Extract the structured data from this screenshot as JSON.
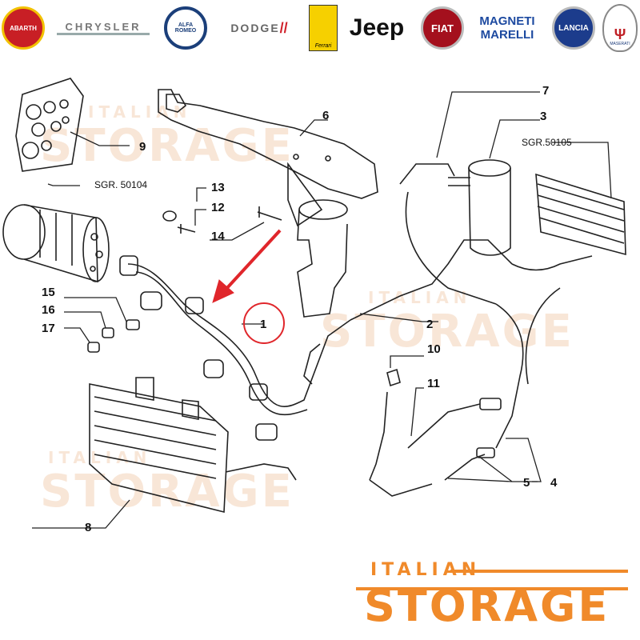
{
  "brands": [
    {
      "name": "ABARTH",
      "label": "ABARTH"
    },
    {
      "name": "CHRYSLER",
      "label": "CHRYSLER"
    },
    {
      "name": "ALFA ROMEO",
      "label": "ALFA ROMEO"
    },
    {
      "name": "DODGE",
      "label": "DODGE"
    },
    {
      "name": "Ferrari",
      "label": "Ferrari"
    },
    {
      "name": "Jeep",
      "label": "Jeep"
    },
    {
      "name": "FIAT",
      "label": "FIAT"
    },
    {
      "name": "MAGNETI MARELLI",
      "label": "MAGNETI MARELLI"
    },
    {
      "name": "LANCIA",
      "label": "LANCIA"
    },
    {
      "name": "MASERATI",
      "label": "MASERATI"
    }
  ],
  "callouts": [
    "1",
    "2",
    "3",
    "4",
    "5",
    "6",
    "7",
    "8",
    "9",
    "10",
    "11",
    "12",
    "13",
    "14",
    "15",
    "16",
    "17"
  ],
  "sgr_labels": {
    "left": "SGR. 50104",
    "right": "SGR.50105"
  },
  "watermark": {
    "line1": "ITALIAN",
    "line2": "STORAGE"
  },
  "logo": {
    "line1": "ITALIAN",
    "line2": "STORAGE"
  },
  "colors": {
    "accent": "#f08a2a",
    "highlight": "#e0262b",
    "watermark": "#f3d2b8",
    "line": "#222222"
  }
}
